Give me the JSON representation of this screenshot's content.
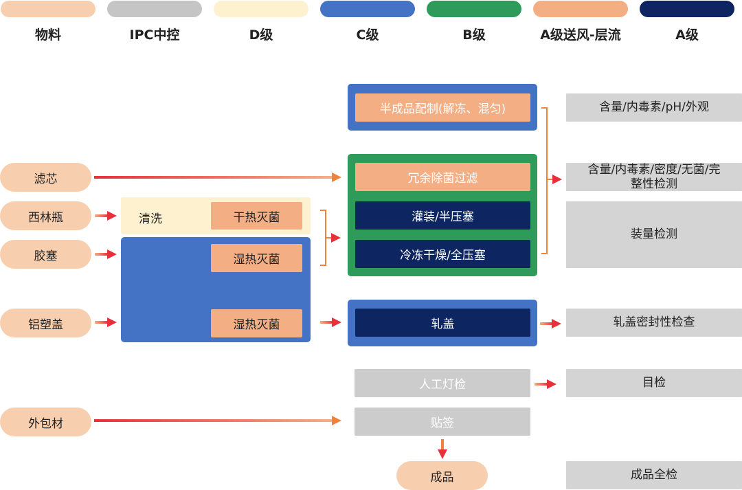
{
  "legend": [
    {
      "label": "物料",
      "color": "#f8cfae"
    },
    {
      "label": "IPC中控",
      "color": "#c5c5c5"
    },
    {
      "label": "D级",
      "color": "#fdf1cf"
    },
    {
      "label": "C级",
      "color": "#4472c4"
    },
    {
      "label": "B级",
      "color": "#2e9b5a"
    },
    {
      "label": "A级送风-层流",
      "color": "#f4ae84"
    },
    {
      "label": "A级",
      "color": "#0d2560"
    }
  ],
  "materials": {
    "filter": "滤芯",
    "vial": "西林瓶",
    "stopper": "胶塞",
    "cap": "铝塑盖",
    "outer_pack": "外包材"
  },
  "pretreatment": {
    "wash": "清洗",
    "dry_heat": "干热灭菌",
    "moist_heat_stopper": "湿热灭菌",
    "moist_heat_cap": "湿热灭菌"
  },
  "process": {
    "compounding": "半成品配制(解冻、混匀)",
    "redundant_filtration": "冗余除菌过滤",
    "filling": "灌装/半压塞",
    "lyophilization": "冷冻干燥/全压塞",
    "capping": "轧盖",
    "visual_inspection": "人工灯检",
    "labeling": "贴签",
    "finished_product": "成品"
  },
  "qc": {
    "compounding_tests": "含量/内毒素/pH/外观",
    "filtration_tests": "含量/内毒素/密度/无菌/完整性检测",
    "fill_volume": "装量检测",
    "cap_seal": "轧盖密封性检查",
    "visual": "目检",
    "final_release": "成品全检"
  },
  "colors": {
    "arrow_start": "#e8303a",
    "arrow_end": "#f4ae84",
    "arrow_orange": "#f0833a"
  }
}
